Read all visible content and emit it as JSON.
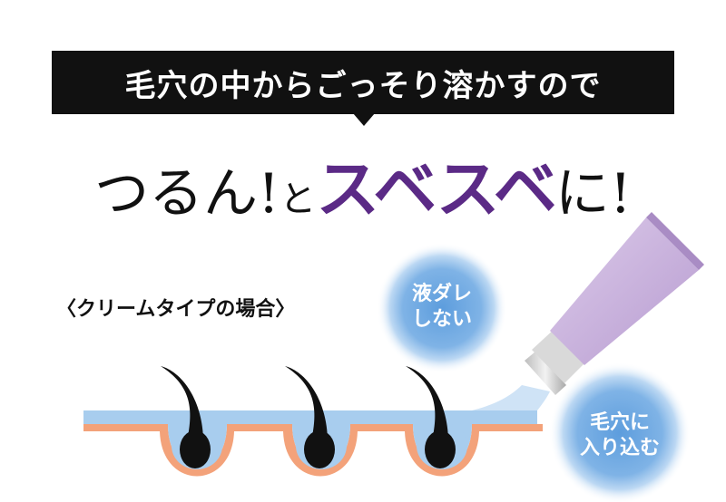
{
  "banner": {
    "text": "毛穴の中からごっそり溶かすので"
  },
  "headline": {
    "part1": "つるん!",
    "part2": "と",
    "part3": "スベスベ",
    "part4": "に!"
  },
  "caption": {
    "text": "〈クリームタイプの場合〉"
  },
  "bubbles": [
    {
      "line1": "液ダレ",
      "line2": "しない"
    },
    {
      "line1": "毛穴に",
      "line2": "入り込む"
    }
  ],
  "colors": {
    "banner_bg": "#111111",
    "accent_purple": "#5b2a86",
    "skin_blue": "#a8cdee",
    "skin_peach": "#f3a27a",
    "tube_lavender": "#c9b1dc",
    "bubble_blue": "#6aa6e0"
  }
}
